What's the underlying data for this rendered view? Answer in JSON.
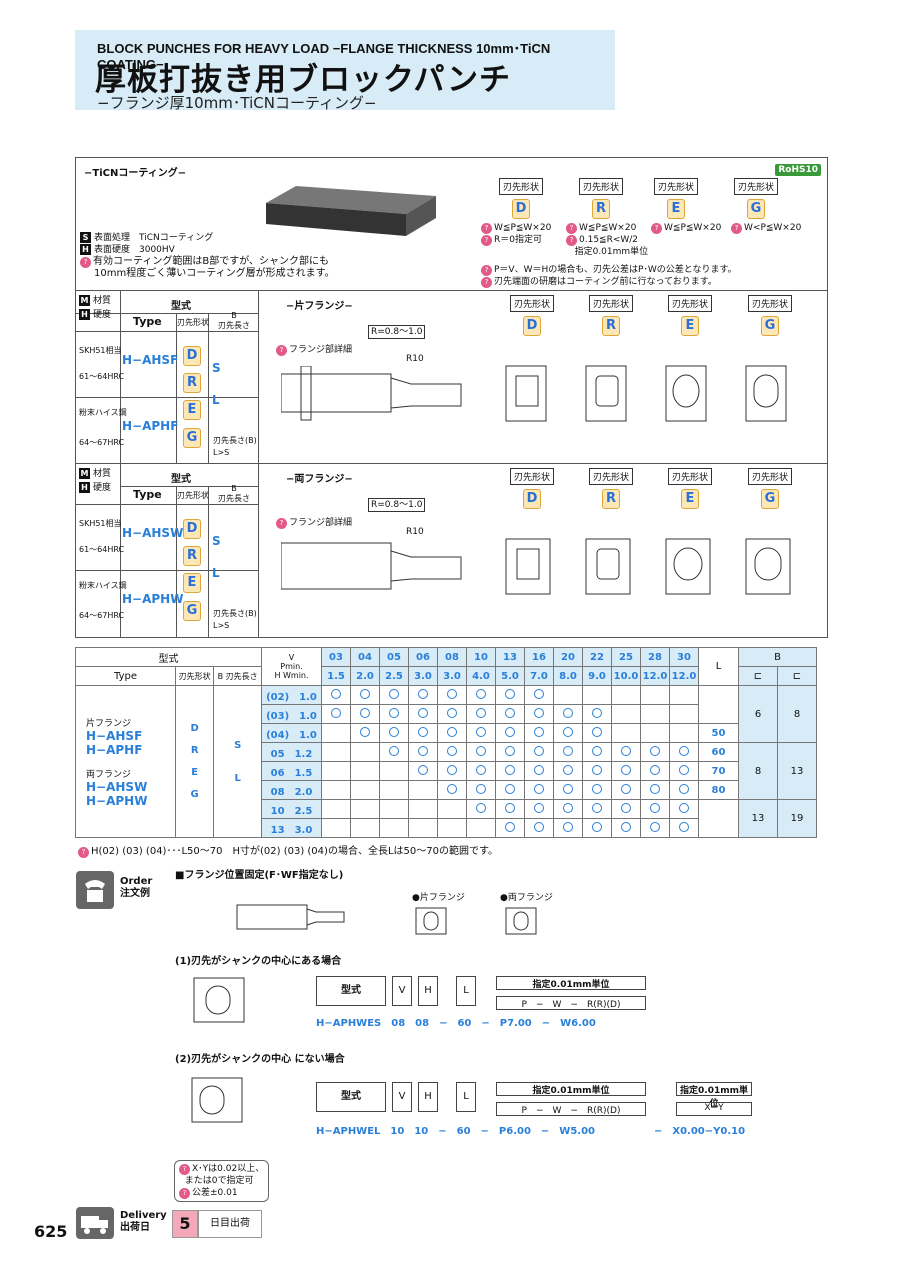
{
  "header": {
    "en": "BLOCK PUNCHES FOR HEAVY LOAD −FLANGE THICKNESS 10mm･TiCN COATING−",
    "ja": "厚板打抜き用ブロックパンチ",
    "sub": "−フランジ厚10mm･TiCNコーティング−"
  },
  "coating": {
    "title": "−TiCNコーティング−",
    "rohs": "RoHS10",
    "s": "表面処理　TiCNコーティング",
    "h": "表面硬度　3000HV",
    "note1": "有効コーティング範囲はB部ですが、シャンク部にも",
    "note2": "10mm程度ごく薄いコーティング層が形成されます。",
    "shape_label": "刃先形状",
    "shapes": [
      {
        "l": "D",
        "d1": "W≦P≦W×20",
        "d2": "R＝0指定可",
        "d3": ""
      },
      {
        "l": "R",
        "d1": "W≦P≦W×20",
        "d2": "0.15≦R<W/2",
        "d3": "指定0.01mm単位"
      },
      {
        "l": "E",
        "d1": "W≦P≦W×20",
        "d2": "",
        "d3": ""
      },
      {
        "l": "G",
        "d1": "W<P≦W×20",
        "d2": "",
        "d3": ""
      }
    ],
    "tol1": "P＝V、W＝Hの場合も、刃先公差はP･Wの公差となります。",
    "tol2": "刃先端面の研磨はコーティング前に行なっております。"
  },
  "sec": {
    "m": "材質",
    "h": "硬度",
    "type": "型式",
    "type_en": "Type",
    "shape": "刃先形状",
    "blen": "刃先長さ",
    "b": "B",
    "skh": "SKH51相当",
    "hrc1": "61～64HRC",
    "powder": "粉末ハイス鋼",
    "hrc2": "64～67HRC",
    "bls": "刃先長さ(B)",
    "lgs": "L>S",
    "s": "S",
    "l": "L",
    "detail": "フランジ部詳細",
    "r": "R=0.8～1.0",
    "r10": "R10",
    "single": "−片フランジ−",
    "double": "−両フランジ−"
  },
  "sec1": {
    "t1": "H−AHSF",
    "t2": "H−APHF"
  },
  "sec2": {
    "t1": "H−AHSW",
    "t2": "H−APHW"
  },
  "shapes": [
    "D",
    "R",
    "E",
    "G"
  ],
  "table": {
    "type": "型式",
    "type_en": "Type",
    "shape": "刃先形状",
    "blen": "刃先長さ",
    "b": "B",
    "v": "V",
    "pmin": "Pmin.",
    "wmin": "Wmin.",
    "h": "H",
    "l": "L",
    "bcol": "B",
    "v_vals": [
      "03",
      "04",
      "05",
      "06",
      "08",
      "10",
      "13",
      "16",
      "20",
      "22",
      "25",
      "28",
      "30"
    ],
    "p_vals": [
      "1.5",
      "2.0",
      "2.5",
      "3.0",
      "3.0",
      "4.0",
      "5.0",
      "7.0",
      "8.0",
      "9.0",
      "10.0",
      "12.0",
      "12.0"
    ],
    "rows": [
      {
        "h": "(02)",
        "w": "1.0",
        "c": [
          1,
          1,
          1,
          1,
          1,
          1,
          1,
          1,
          0,
          0,
          0,
          0,
          0
        ]
      },
      {
        "h": "(03)",
        "w": "1.0",
        "c": [
          1,
          1,
          1,
          1,
          1,
          1,
          1,
          1,
          1,
          1,
          0,
          0,
          0
        ]
      },
      {
        "h": "(04)",
        "w": "1.0",
        "c": [
          0,
          1,
          1,
          1,
          1,
          1,
          1,
          1,
          1,
          1,
          0,
          0,
          0
        ]
      },
      {
        "h": "05",
        "w": "1.2",
        "c": [
          0,
          0,
          1,
          1,
          1,
          1,
          1,
          1,
          1,
          1,
          1,
          1,
          1
        ]
      },
      {
        "h": "06",
        "w": "1.5",
        "c": [
          0,
          0,
          0,
          1,
          1,
          1,
          1,
          1,
          1,
          1,
          1,
          1,
          1
        ]
      },
      {
        "h": "08",
        "w": "2.0",
        "c": [
          0,
          0,
          0,
          0,
          1,
          1,
          1,
          1,
          1,
          1,
          1,
          1,
          1
        ]
      },
      {
        "h": "10",
        "w": "2.5",
        "c": [
          0,
          0,
          0,
          0,
          0,
          1,
          1,
          1,
          1,
          1,
          1,
          1,
          1
        ]
      },
      {
        "h": "13",
        "w": "3.0",
        "c": [
          0,
          0,
          0,
          0,
          0,
          0,
          1,
          1,
          1,
          1,
          1,
          1,
          1
        ]
      }
    ],
    "single": "片フランジ",
    "double": "両フランジ",
    "L": [
      "50",
      "60",
      "70",
      "80"
    ],
    "b1": [
      "6",
      "8"
    ],
    "b2": [
      "8",
      "13"
    ],
    "b3": [
      "13",
      "19"
    ],
    "foot": "H(02) (03) (04)･･･L50～70　H寸が(02) (03) (04)の場合、全長Lは50～70の範囲です。"
  },
  "order": {
    "en": "Order",
    "ja": "注文例",
    "fix": "■フランジ位置固定(F･WF指定なし)",
    "single": "●片フランジ",
    "double": "●両フランジ",
    "c1": "(1)刃先がシャンクの中心にある場合",
    "c2": "(2)刃先がシャンクの中心 にない場合",
    "type": "型式",
    "v": "V",
    "h": "H",
    "l": "L",
    "unit": "指定0.01mm単位",
    "p": "P",
    "w": "W",
    "rrd": "R(R)(D)",
    "xy": "X−Y",
    "ex1": "H−APHWES　08　08　−　60　−　P7.00　−　W6.00",
    "ex2": "H−APHWEL　10　10　−　60　−　P6.00　−　W5.00",
    "ex2b": "−　X0.00−Y0.10",
    "n1": "X･Yは0.02以上、",
    "n2": "または0で指定可",
    "n3": "公差±0.01"
  },
  "delivery": {
    "en": "Delivery",
    "ja": "出荷日",
    "days": "5",
    "unit": "日目出荷"
  },
  "page": "625"
}
